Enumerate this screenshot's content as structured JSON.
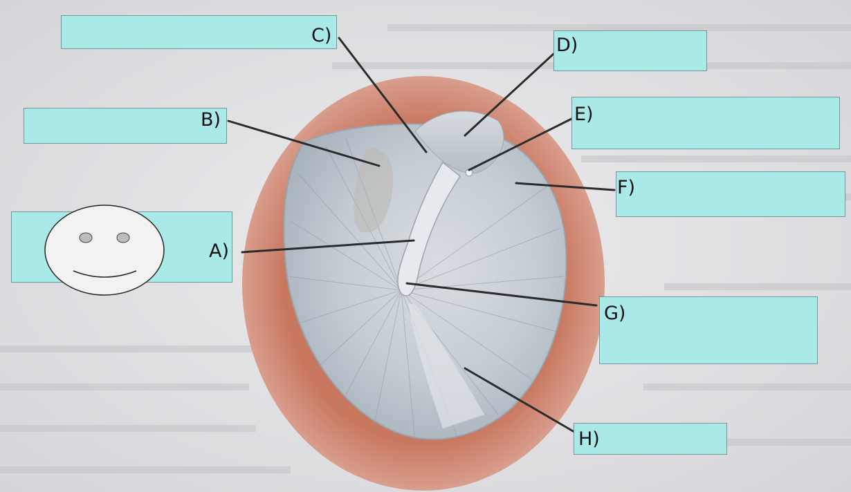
{
  "labels": {
    "a": "A)",
    "b": "B)",
    "c": "C)",
    "d": "D)",
    "e": "E)",
    "f": "F)",
    "g": "G)",
    "h": "H)"
  },
  "colors": {
    "answer_box": "#a9e9e7",
    "leader_line": "#2b2b2b",
    "tympanic_membrane": "#c9d0d6",
    "ear_canal_tissue": "#c97860",
    "page_background": "#e4e4e6"
  },
  "icons": {
    "face": "smiley-face-icon"
  }
}
